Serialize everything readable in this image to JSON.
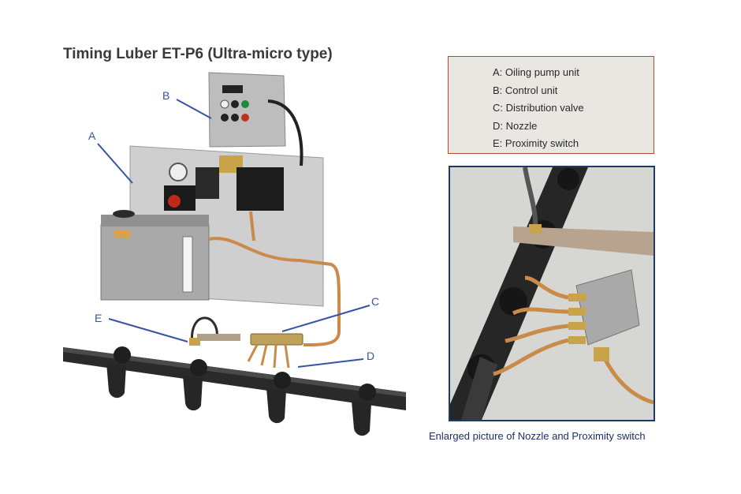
{
  "title": "Timing Luber ET-P6 (Ultra-micro type)",
  "legend": [
    "A: Oiling pump unit",
    "B: Control unit",
    "C: Distribution valve",
    "D: Nozzle",
    "E: Proximity switch"
  ],
  "callouts": {
    "a": "A",
    "b": "B",
    "c": "C",
    "d": "D",
    "e": "E"
  },
  "caption": "Enlarged picture of Nozzle and Proximity switch",
  "colors": {
    "callout": "#3654a6",
    "legend_border": "#b5482f",
    "inset_border": "#1d3a6b",
    "panel": "#c9c9c9",
    "copper": "#c98a4a"
  }
}
